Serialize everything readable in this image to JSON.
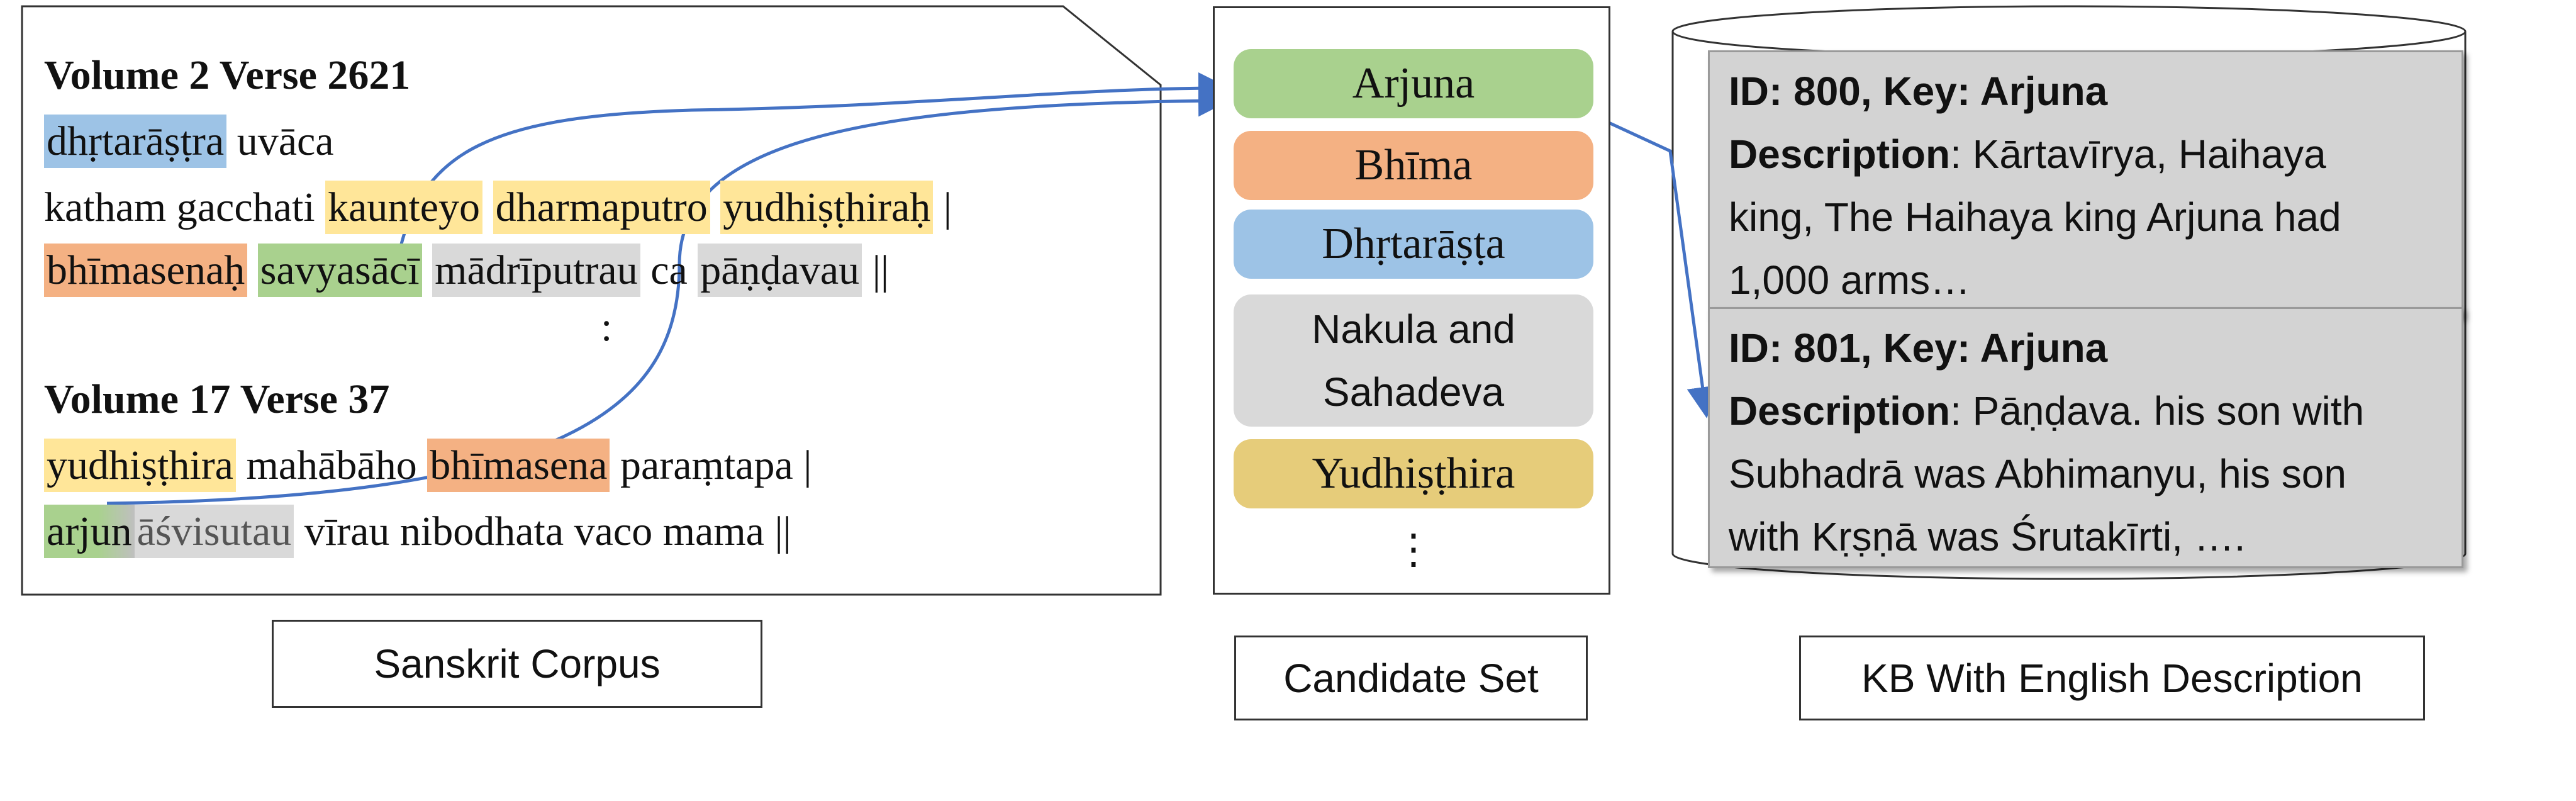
{
  "corpus": {
    "verse1_heading": "Volume 2 Verse 2621",
    "verse1_line1": {
      "w1": "dhṛtarāṣṭra",
      "w2": " uvāca"
    },
    "verse1_line2": {
      "w1": "katham gacchati ",
      "w2": "kaunteyo",
      "w3": "dharmaputro",
      "w4": "yudhiṣṭhiraḥ",
      "w5": " |"
    },
    "verse1_line3": {
      "w1": "bhīmasenaḥ",
      "w2": "savyasācī",
      "w3": "mādrīputrau",
      "w4": " ca ",
      "w5": "pāṇḍavau",
      "w6": " ||"
    },
    "ellipsis": ":",
    "verse2_heading": "Volume 17 Verse 37",
    "verse2_line1": {
      "w1": "yudhiṣṭhira",
      "w2": " mahābāho ",
      "w3": "bhīmasena",
      "w4": " paraṃtapa |"
    },
    "verse2_line2": {
      "w1": "arjun",
      "w2": "āśvisutau",
      "w3": " vīrau nibodhata vaco mama ||"
    }
  },
  "labels": {
    "corpus": "Sanskrit Corpus",
    "candidates": "Candidate Set",
    "kb": "KB With English Description"
  },
  "candidates": {
    "c1": "Arjuna",
    "c2": "Bhīma",
    "c3": "Dhṛtarāṣṭa",
    "c4_line1": "Nakula and",
    "c4_line2": "Sahadeva",
    "c5": "Yudhiṣṭhira",
    "more": "⋮"
  },
  "kb": {
    "e1": {
      "id": "ID: 800, Key: Arjuna",
      "desc_label": "Description",
      "desc_l1": ":  Kārtavīrya, Haihaya",
      "desc_l2": "king, The Haihaya king Arjuna had",
      "desc_l3": "1,000 arms…"
    },
    "e2": {
      "id": "ID: 801, Key: Arjuna",
      "desc_label": "Description",
      "desc_l1": ": Pāṇḍava. his son with",
      "desc_l2": "Subhadrā was Abhimanyu, his son",
      "desc_l3": "with Kṛṣṇā was Śrutakīrti, …."
    }
  },
  "colors": {
    "green": "#a9d18e",
    "orange": "#f4b183",
    "blue": "#9dc3e6",
    "grey": "#d9d9d9",
    "yellow": "#e6cc7a",
    "arrow": "#4472c4"
  }
}
